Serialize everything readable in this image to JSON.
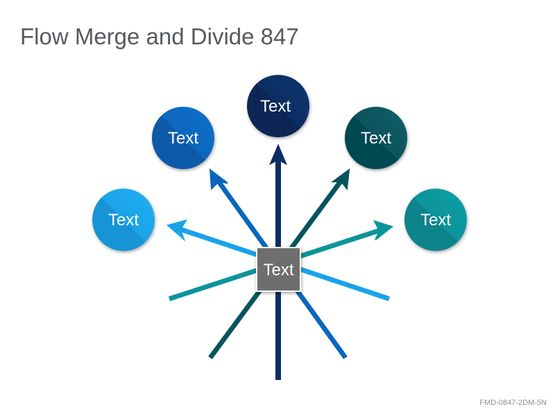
{
  "title": "Flow Merge and Divide 847",
  "center": {
    "label": "Text",
    "color": "#6e6e6e"
  },
  "nodes": [
    {
      "label": "Text",
      "color": "#1aa3e8"
    },
    {
      "label": "Text",
      "color": "#0a66bd"
    },
    {
      "label": "Text",
      "color": "#0c2d63"
    },
    {
      "label": "Text",
      "color": "#07545e"
    },
    {
      "label": "Text",
      "color": "#0e939b"
    }
  ],
  "footer": "FMD-0847-2DM-5N"
}
